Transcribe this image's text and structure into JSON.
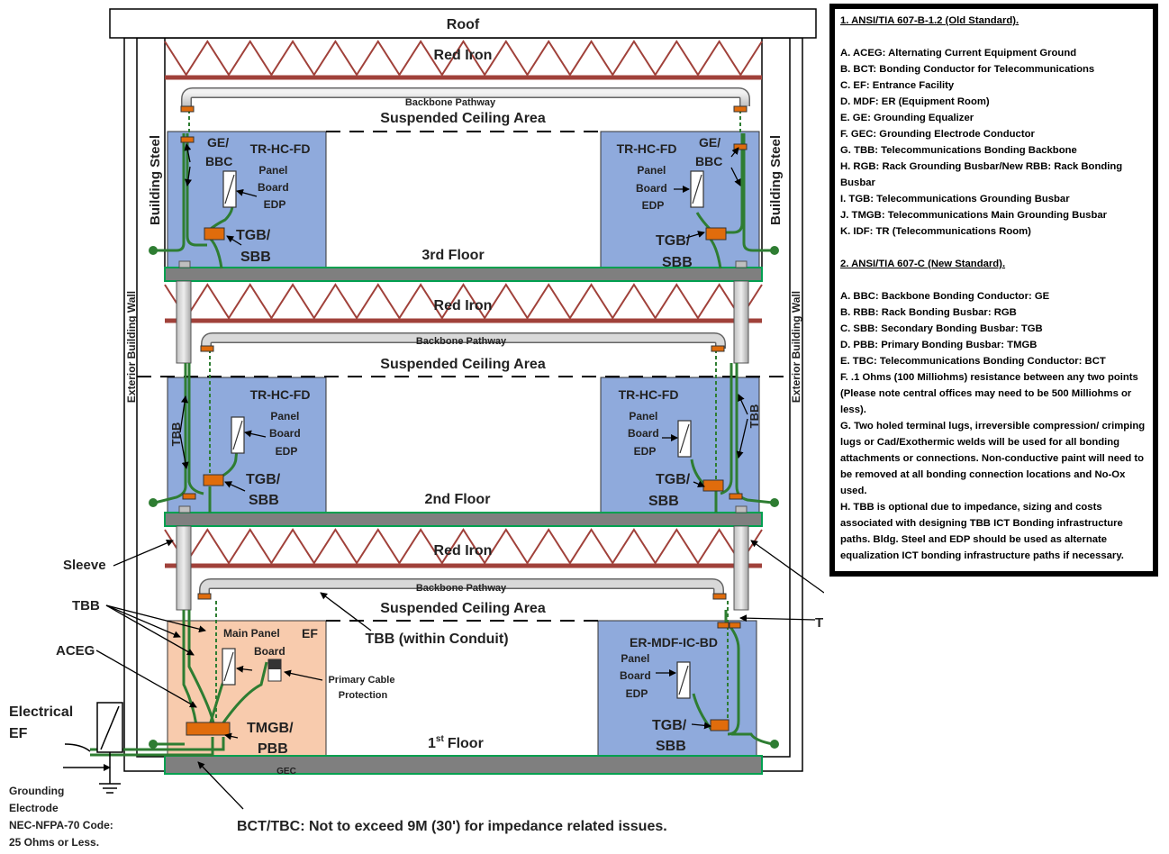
{
  "diagram": {
    "roof": "Roof",
    "red_iron": "Red Iron",
    "backbone_pathway": "Backbone Pathway",
    "suspended_ceiling": "Suspended Ceiling Area",
    "building_steel": "Building Steel",
    "exterior_wall": "Exterior Building Wall",
    "tr_room": "TR-HC-FD",
    "er_room": "ER-MDF-IC-BD",
    "ge_bbc": [
      "GE/",
      "BBC"
    ],
    "panel_board_edp": [
      "Panel",
      "Board",
      "EDP"
    ],
    "main_panel_board": [
      "Main Panel",
      "Board"
    ],
    "ef": "EF",
    "tgb_sbb": [
      "TGB/",
      "SBB"
    ],
    "tmgb_pbb": [
      "TMGB/",
      "PBB"
    ],
    "tbb": "TBB",
    "floor_3": "3rd Floor",
    "floor_2": "2nd Floor",
    "floor_1_num": "1",
    "floor_1_sup": "st",
    "floor_1_word": "Floor",
    "sleeve": "Sleeve",
    "aceg": "ACEG",
    "electrical_ef": [
      "Electrical",
      "EF"
    ],
    "grounding_electrode": [
      "Grounding",
      "Electrode",
      "NEC-NFPA-70 Code:",
      "25 Ohms or Less."
    ],
    "tbb_conduit": "TBB (within Conduit)",
    "primary_cable_protection": [
      "Primary Cable",
      "Protection"
    ],
    "bct_tbc_note": "BCT/TBC: Not to exceed 9M (30') for impedance related issues.",
    "partial_label": "GEC"
  },
  "legend": {
    "old_heading": "1. ANSI/TIA 607-B-1.2 (Old Standard).",
    "old_items": [
      "A. ACEG: Alternating Current Equipment Ground",
      "B. BCT: Bonding Conductor for Telecommunications",
      "C. EF: Entrance Facility",
      "D. MDF: ER (Equipment Room)",
      "E. GE: Grounding Equalizer",
      "F. GEC: Grounding Electrode Conductor",
      "G. TBB: Telecommunications Bonding Backbone",
      "H. RGB: Rack Grounding Busbar/New RBB: Rack Bonding Busbar",
      "I. TGB: Telecommunications Grounding Busbar",
      "J. TMGB: Telecommunications Main Grounding Busbar",
      "K. IDF: TR (Telecommunications Room)"
    ],
    "new_heading": "2. ANSI/TIA 607-C (New Standard).",
    "new_items": [
      "A. BBC: Backbone Bonding Conductor: GE",
      "B. RBB: Rack Bonding Busbar: RGB",
      "C. SBB: Secondary Bonding Busbar: TGB",
      "D. PBB: Primary Bonding Busbar: TMGB",
      "E. TBC: Telecommunications Bonding Conductor: BCT",
      "F. .1 Ohms (100 Milliohms) resistance between any two points (Please note central offices may need to be 500 Milliohms or less).",
      "G. Two holed terminal lugs, irreversible compression/ crimping lugs or Cad/Exothermic welds will be used for all bonding attachments or connections. Non-conductive paint will need to be removed at all bonding connection locations and No-Ox used.",
      "H. TBB is optional due to impedance, sizing and costs associated with designing TBB ICT Bonding infrastructure paths. Bldg. Steel and EDP should be used as alternate equalization ICT bonding infrastructure paths if necessary."
    ]
  },
  "colors": {
    "room_blue": "#8faadc",
    "room_peach": "#f8cbad",
    "red_iron": "#a0413a",
    "floor_slab": "#7f7f7f",
    "floor_border": "#00a050",
    "conductor_green": "#2e7d32",
    "busbar_orange": "#e06c0c",
    "pathway_gray": "#d9d9d9"
  }
}
